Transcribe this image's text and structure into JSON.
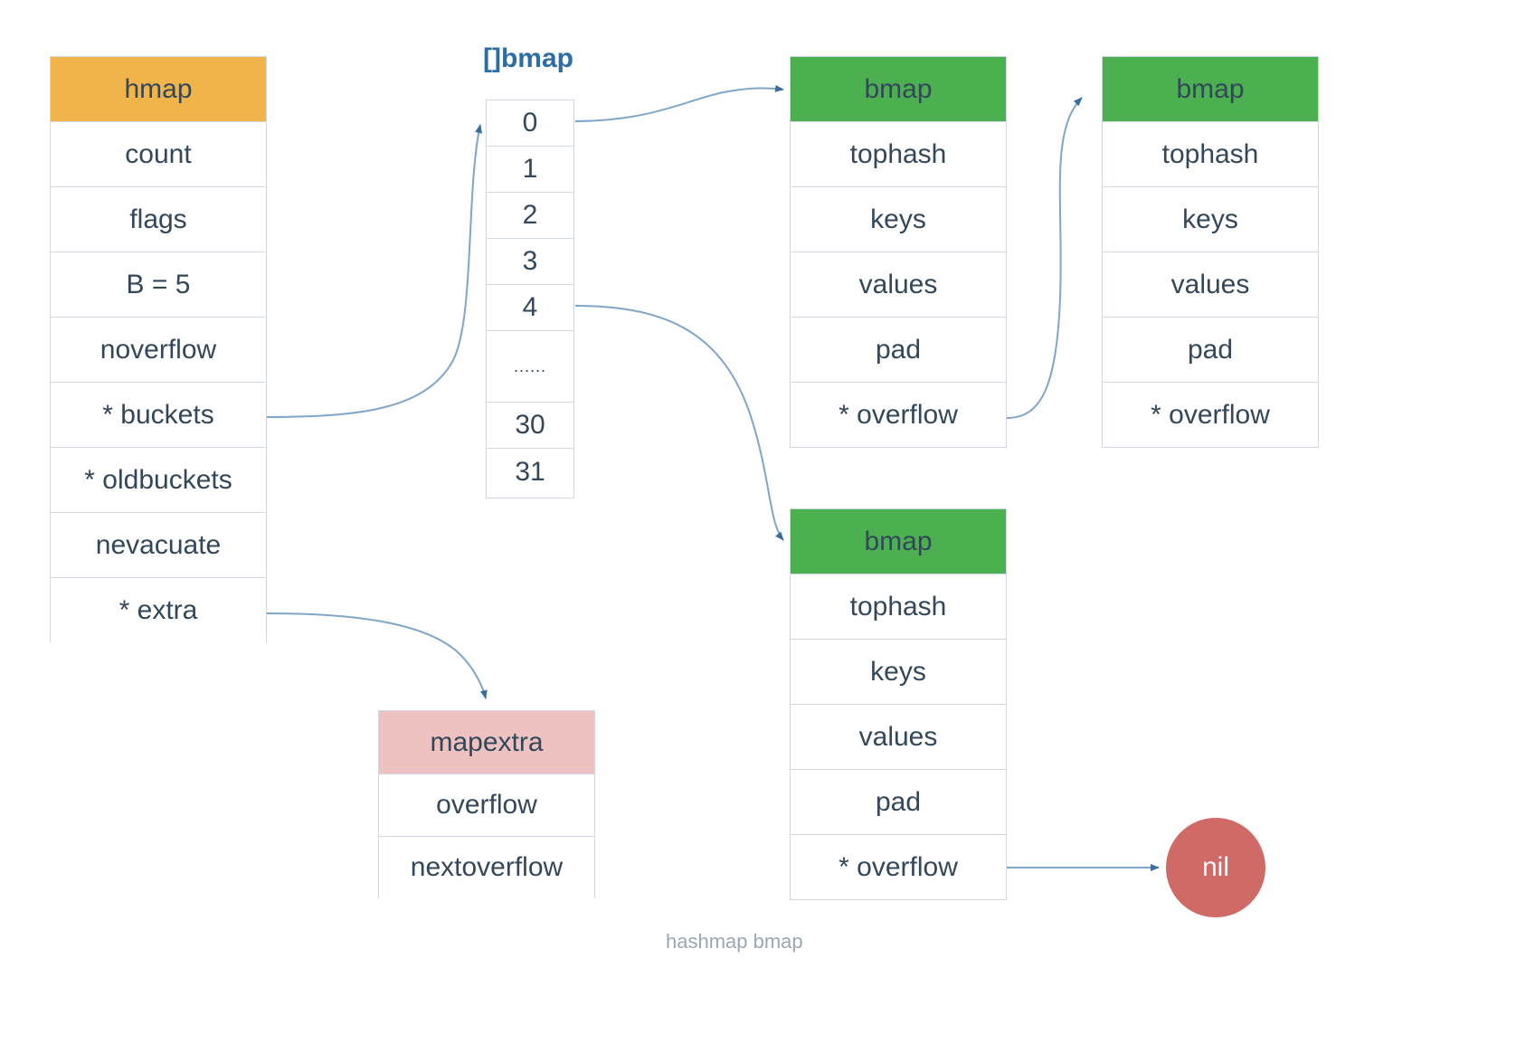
{
  "diagram": {
    "caption": "hashmap bmap",
    "colors": {
      "hmap_header": "#f0b44a",
      "bmap_header": "#4cb050",
      "mapextra_header": "#eec2c0",
      "nil_fill": "#cf6a66",
      "edge": "#7ea6c9",
      "text": "#33475b",
      "slice_title": "#2e6da4",
      "caption": "#9aa7b5"
    }
  },
  "hmap": {
    "title": "hmap",
    "fields": [
      "count",
      "flags",
      "B = 5",
      "noverflow",
      "* buckets",
      "* oldbuckets",
      "nevacuate",
      "* extra"
    ]
  },
  "slice": {
    "title": "[]bmap",
    "cells": [
      "0",
      "1",
      "2",
      "3",
      "4",
      "......",
      "30",
      "31"
    ]
  },
  "bmap_top_left": {
    "title": "bmap",
    "fields": [
      "tophash",
      "keys",
      "values",
      "pad",
      "* overflow"
    ]
  },
  "bmap_top_right": {
    "title": "bmap",
    "fields": [
      "tophash",
      "keys",
      "values",
      "pad",
      "* overflow"
    ]
  },
  "bmap_bottom": {
    "title": "bmap",
    "fields": [
      "tophash",
      "keys",
      "values",
      "pad",
      "* overflow"
    ]
  },
  "mapextra": {
    "title": "mapextra",
    "fields": [
      "overflow",
      "nextoverflow"
    ]
  },
  "nil_node": {
    "label": "nil"
  }
}
